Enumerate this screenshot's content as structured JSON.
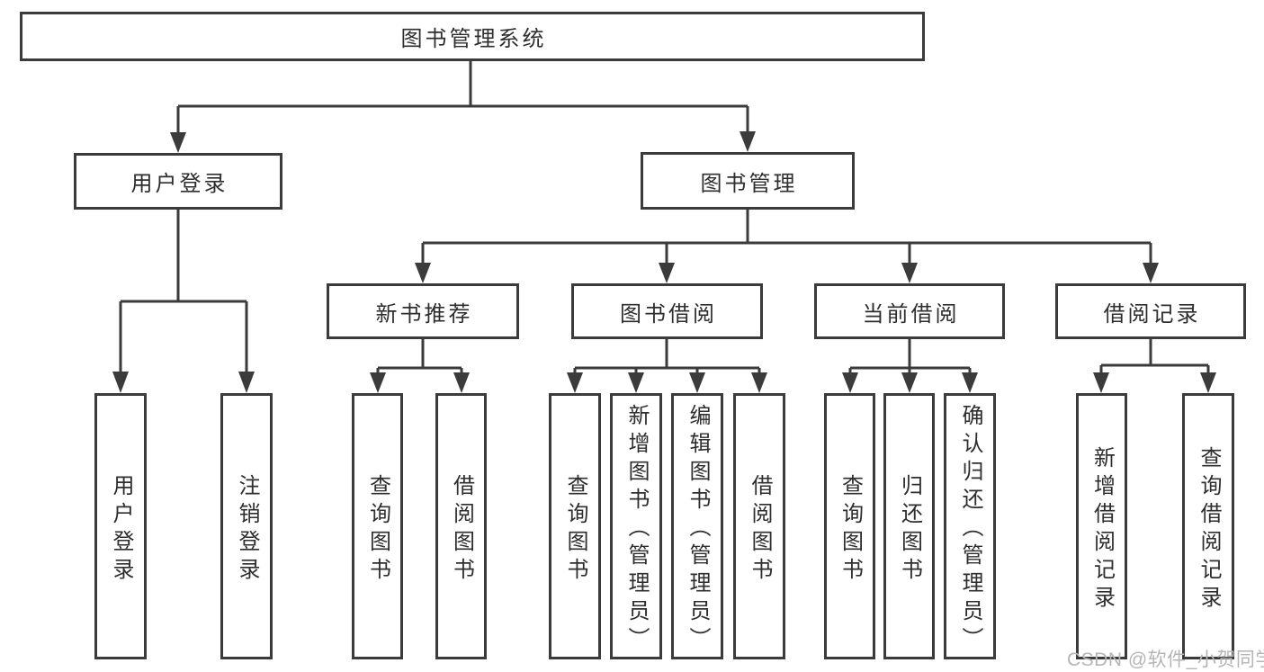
{
  "tree": {
    "root": "图书管理系统",
    "branches": [
      {
        "label": "用户登录",
        "children": [
          "用户登录",
          "注销登录"
        ]
      },
      {
        "label": "图书管理",
        "groups": [
          {
            "label": "新书推荐",
            "children": [
              "查询图书",
              "借阅图书"
            ]
          },
          {
            "label": "图书借阅",
            "children": [
              "查询图书",
              "新增图书（管理员）",
              "编辑图书（管理员）",
              "借阅图书"
            ]
          },
          {
            "label": "当前借阅",
            "children": [
              "查询图书",
              "归还图书",
              "确认归还（管理员）"
            ]
          },
          {
            "label": "借阅记录",
            "children": [
              "新增借阅记录",
              "查询借阅记录"
            ]
          }
        ]
      }
    ]
  },
  "watermark": "CSDN @软件_小贺同学",
  "colors": {
    "line": "#3b3b3b",
    "box_border": "#3b3b3b",
    "text": "#2e2e2e",
    "watermark": "#b5b5b5",
    "background": "#ffffff"
  }
}
